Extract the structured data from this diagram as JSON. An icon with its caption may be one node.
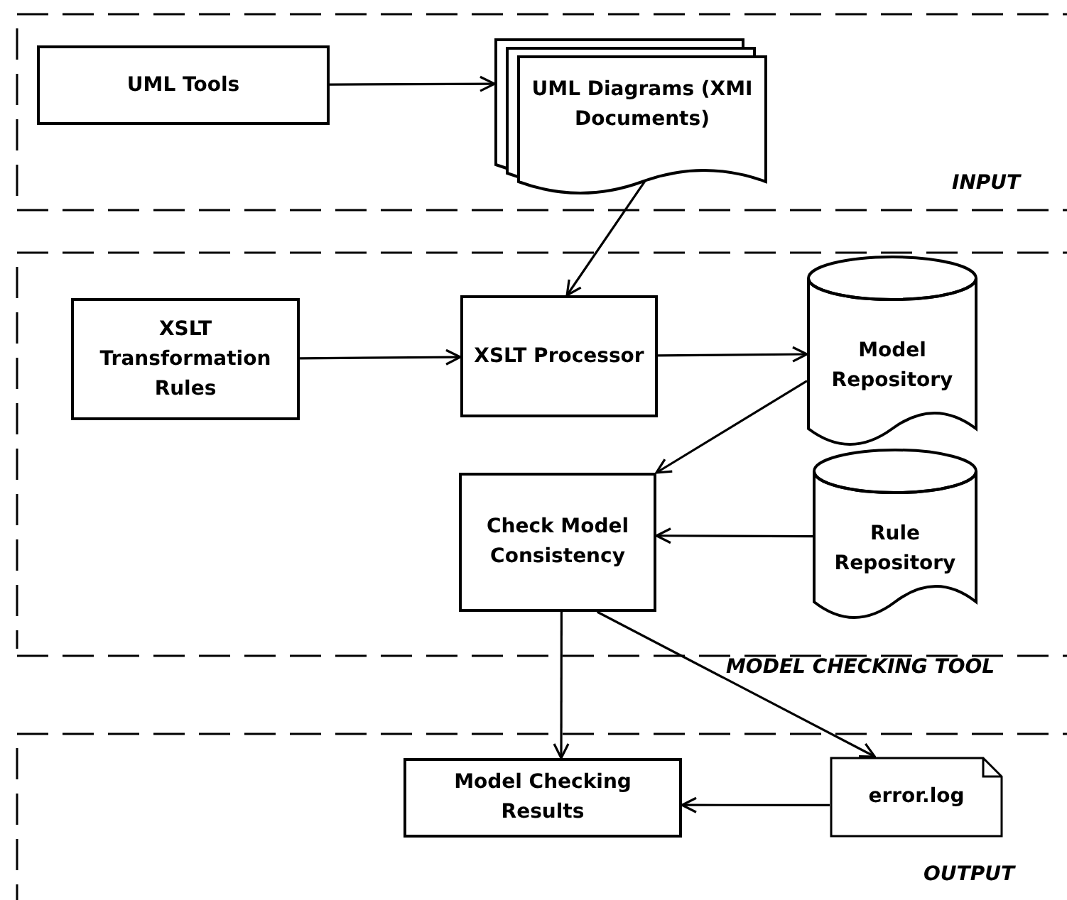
{
  "diagram": {
    "nodes": [
      {
        "text": [
          "INPUT"
        ]
      },
      {
        "text": [
          "UML Tools"
        ],
        "in": 0
      },
      {
        "text": [
          "UML Diagrams (XMI Documents)"
        ],
        "in": 0
      },
      {
        "text": [
          "MODEL CHECKING TOOL"
        ]
      },
      {
        "text": [
          "XSLT Transformation Rules"
        ],
        "in": 3
      },
      {
        "text": [
          "XSLT Processor"
        ],
        "in": 3
      },
      {
        "text": [
          "Model Repository"
        ],
        "in": 3
      },
      {
        "text": [
          "Check Model Consistency"
        ],
        "in": 3
      },
      {
        "text": [
          "Rule Repository"
        ],
        "in": 3
      },
      {
        "text": [
          "OUTPUT"
        ]
      },
      {
        "text": [
          "Model Checking Results"
        ],
        "in": 9
      },
      {
        "text": [
          "error.log"
        ],
        "in": 9
      }
    ],
    "edges": [
      {
        "from": 1,
        "to": 2,
        "arrow": "to"
      },
      {
        "from": 2,
        "to": 5,
        "arrow": "to"
      },
      {
        "from": 4,
        "to": 5,
        "arrow": "to"
      },
      {
        "from": 5,
        "to": 6,
        "arrow": "to"
      },
      {
        "from": 6,
        "to": 7,
        "arrow": "to"
      },
      {
        "from": 8,
        "to": 7,
        "arrow": "to"
      },
      {
        "from": 7,
        "to": 10,
        "arrow": "to"
      },
      {
        "from": 7,
        "to": 11,
        "arrow": "to"
      },
      {
        "from": 11,
        "to": 10,
        "arrow": "to"
      }
    ]
  }
}
